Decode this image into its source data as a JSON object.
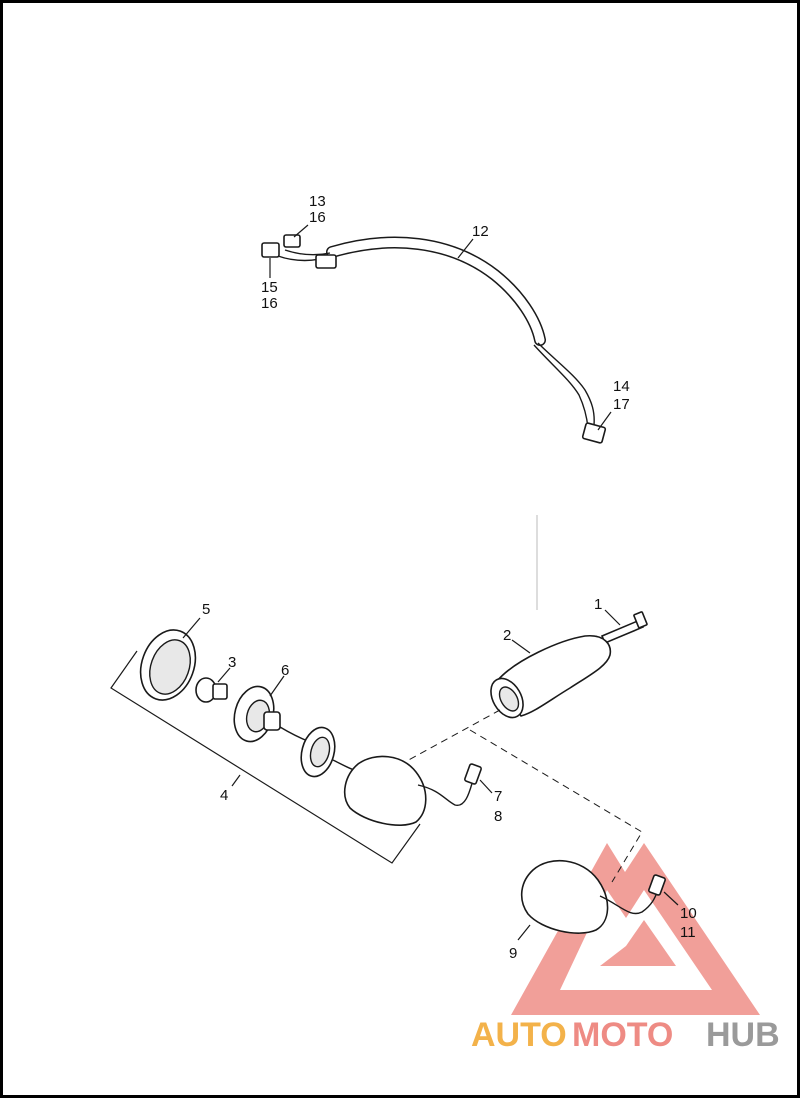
{
  "diagram": {
    "callouts": {
      "c1": "1",
      "c2": "2",
      "c3": "3",
      "c4": "4",
      "c5": "5",
      "c6": "6",
      "c7": "7",
      "c8": "8",
      "c9": "9",
      "c10": "10",
      "c11": "11",
      "c12": "12",
      "c13": "13",
      "c14": "14",
      "c15": "15",
      "c16a": "16",
      "c16b": "16",
      "c17": "17"
    }
  },
  "watermark": {
    "part1": "AUTO",
    "part2": "MOTO",
    "part3": "HUB",
    "colors": {
      "auto": "#f3b24a",
      "moto": "#ee8b84",
      "hub": "#9a9a9a",
      "triangle": "#ef8f88"
    }
  },
  "colors": {
    "line": "#1a1a1a",
    "frame": "#000000",
    "background": "#ffffff"
  }
}
